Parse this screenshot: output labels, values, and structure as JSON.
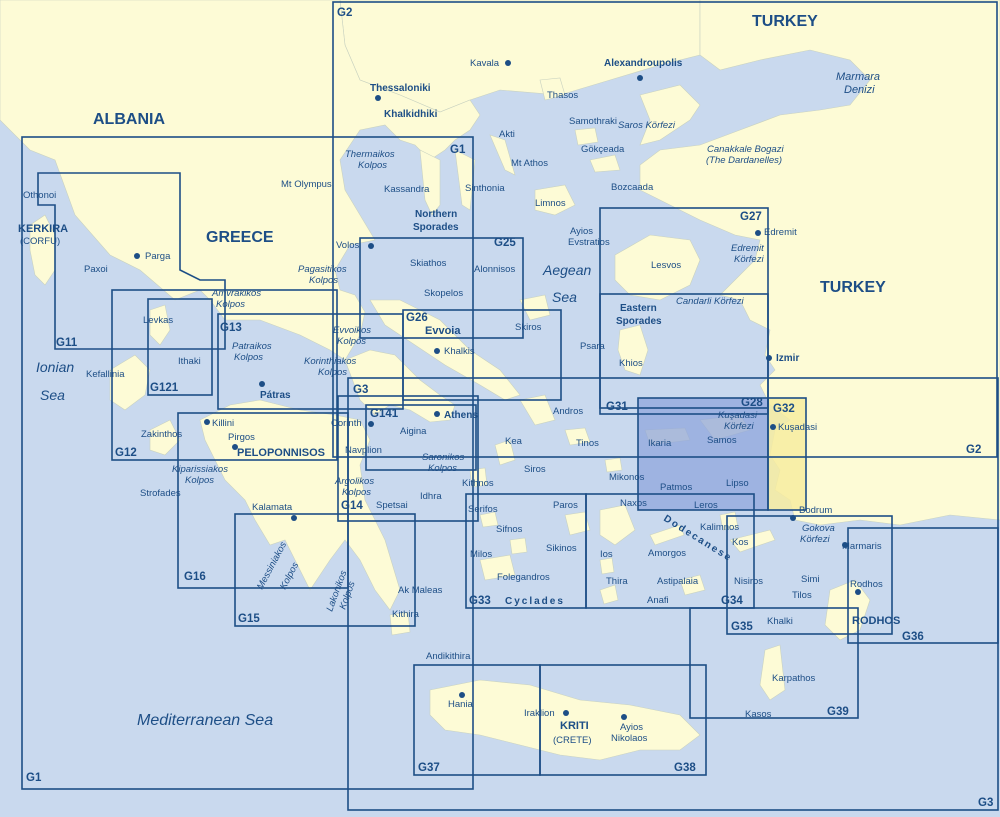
{
  "colors": {
    "sea": "#c9d9ee",
    "land": "#fdfbd6",
    "lines": "#1d4e86",
    "highlight_blue": "#8fa6dc",
    "highlight_yellow": "#f7eca0"
  },
  "countries": {
    "albania": "ALBANIA",
    "greece": "GREECE",
    "turkey_north": "TURKEY",
    "turkey_east": "TURKEY"
  },
  "seas": {
    "ionian_1": "Ionian",
    "ionian_2": "Sea",
    "aegean_1": "Aegean",
    "aegean_2": "Sea",
    "mediterranean": "Mediterranean Sea",
    "marmara_1": "Marmara",
    "marmara_2": "Denizi"
  },
  "regions": {
    "kerkira": "KERKIRA",
    "corfu": "(CORFU)",
    "peloponnisos": "PELOPONNISOS",
    "evvoia": "Evvoia",
    "cyclades": "Cyclades",
    "dodecanese": "Dodecanese",
    "kriti": "KRITI",
    "crete": "(CRETE)",
    "rodhos": "RODHOS",
    "khalkidhiki": "Khalkidhiki",
    "northern_sporades_1": "Northern",
    "northern_sporades_2": "Sporades",
    "eastern_sporades_1": "Eastern",
    "eastern_sporades_2": "Sporades"
  },
  "gulfs": {
    "thermaikos_1": "Thermaikos",
    "thermaikos_2": "Kolpos",
    "pagasitikos_1": "Pagasitikos",
    "pagasitikos_2": "Kolpos",
    "amvrakikos_1": "Amvrakikos",
    "amvrakikos_2": "Kolpos",
    "patraikos_1": "Patraikos",
    "patraikos_2": "Kolpos",
    "evvoikos_1": "Evvoikos",
    "evvoikos_2": "Kolpos",
    "korinthiakos_1": "Korinthiakos",
    "korinthiakos_2": "Kolpos",
    "saronikos_1": "Saronikos",
    "saronikos_2": "Kolpos",
    "argolikos_1": "Argolikos",
    "argolikos_2": "Kolpos",
    "kiparissiakos_1": "Kiparissiakos",
    "kiparissiakos_2": "Kolpos",
    "messiniakos_1": "Messiniakos",
    "messiniakos_2": "Kolpos",
    "lakonikos_1": "Lakonikos",
    "lakonikos_2": "Kolpos",
    "saros": "Saros Körfezi",
    "canakkale_1": "Canakkale Bogazi",
    "canakkale_2": "(The Dardanelles)",
    "edremit_1": "Edremit",
    "edremit_2": "Körfezi",
    "candarli": "Candarli Körfezi",
    "kusadasi_1": "Kuşadasi",
    "kusadasi_2": "Körfezi",
    "gokova_1": "Gokova",
    "gokova_2": "Körfezi"
  },
  "places": {
    "kavala": "Kavala",
    "alexandroupolis": "Alexandroupolis",
    "thessaloniki": "Thessaloniki",
    "thasos": "Thasos",
    "samothraki": "Samothraki",
    "akti": "Akti",
    "mt_athos": "Mt Athos",
    "gokceada": "Gökçeada",
    "bozcaada": "Bozcaada",
    "mt_olympus": "Mt Olympus",
    "kassandra": "Kassandra",
    "sinthonia": "Sinthonia",
    "limnos": "Limnos",
    "othonoi": "Othonoi",
    "parga": "Parga",
    "paxoi": "Paxoi",
    "volos": "Volos",
    "skiathos": "Skiathos",
    "alonnisos": "Alonnisos",
    "skopelos": "Skopelos",
    "ayios_1": "Ayios",
    "ayios_2": "Evstratios",
    "edremit": "Edremit",
    "lesvos": "Lesvos",
    "levkas": "Levkas",
    "ithaki": "Ithaki",
    "kefallinia": "Kefallinia",
    "skiros": "Skiros",
    "khalkis": "Khalkis",
    "psara": "Psara",
    "khios": "Khios",
    "izmir": "Izmir",
    "patras": "Pátras",
    "athens": "Athens",
    "corinth": "Corinth",
    "aigina": "Aigina",
    "andros": "Andros",
    "zakinthos": "Zakinthos",
    "killini": "Killini",
    "pirgos": "Pirgos",
    "kea": "Kea",
    "tinos": "Tinos",
    "ikaria": "Ikaria",
    "samos": "Samos",
    "kusadasi": "Kuşadasi",
    "navplion": "Navplion",
    "siros": "Siros",
    "mikonos": "Mikonos",
    "lipso": "Lipso",
    "kithnos": "Kithnos",
    "patmos": "Patmos",
    "strofades": "Strofades",
    "idhra": "Idhra",
    "spetsai": "Spetsai",
    "serifos": "Serifos",
    "paros": "Paros",
    "naxos": "Naxos",
    "leros": "Leros",
    "kalamata": "Kalamata",
    "bodrum": "Bodrum",
    "sifnos": "Sifnos",
    "kalimnos": "Kalimnos",
    "kos": "Kos",
    "marmaris": "Marmaris",
    "milos": "Milos",
    "sikinos": "Sikinos",
    "ios": "Ios",
    "amorgos": "Amorgos",
    "folegandros": "Folegandros",
    "thira": "Thira",
    "astipalaia": "Astipalaia",
    "nisiros": "Nisiros",
    "simi": "Simi",
    "ak_maleas": "Ak Maleas",
    "rodhos": "Rodhos",
    "tilos": "Tilos",
    "kithira": "Kithira",
    "anafi": "Anafi",
    "khalki": "Khalki",
    "andikithira": "Andikithira",
    "karpathos": "Karpathos",
    "hania": "Hania",
    "iraklion": "Iraklion",
    "ayios_nik_1": "Ayios",
    "ayios_nik_2": "Nikolaos",
    "kasos": "Kasos"
  },
  "charts": {
    "g1": "G1",
    "g1_top": "G1",
    "g2": "G2",
    "g2_right": "G2",
    "g3": "G3",
    "g3_bottom": "G3",
    "g11": "G11",
    "g12": "G12",
    "g13": "G13",
    "g121": "G121",
    "g14": "G14",
    "g141": "G141",
    "g15": "G15",
    "g16": "G16",
    "g25": "G25",
    "g26": "G26",
    "g27": "G27",
    "g28": "G28",
    "g31": "G31",
    "g32": "G32",
    "g33": "G33",
    "g34": "G34",
    "g35": "G35",
    "g36": "G36",
    "g37": "G37",
    "g38": "G38",
    "g39": "G39"
  }
}
